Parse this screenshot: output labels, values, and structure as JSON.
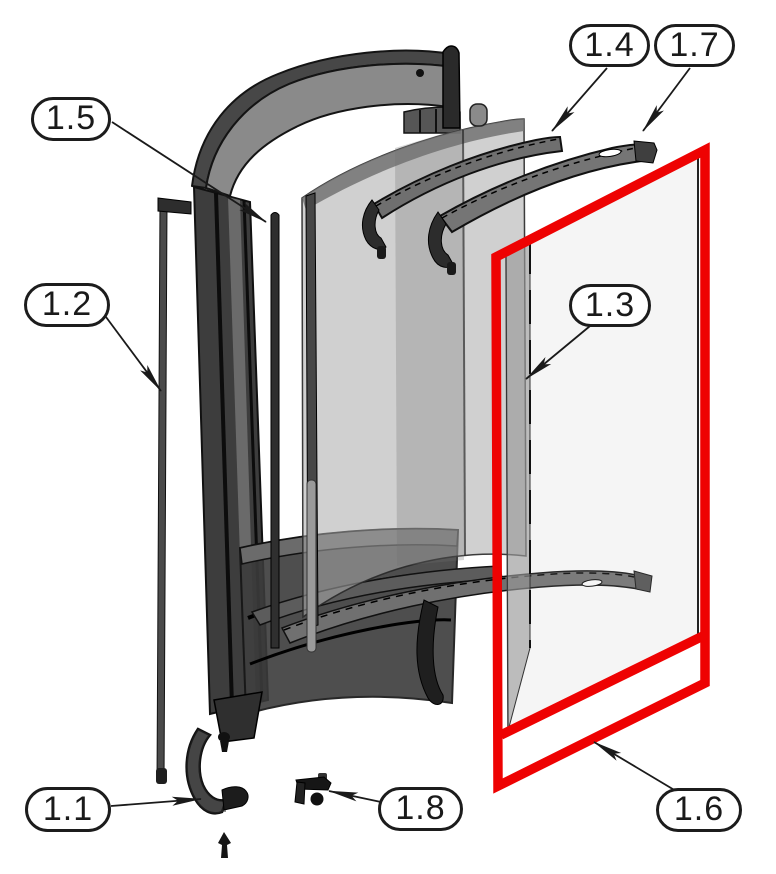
{
  "diagram": {
    "type": "exploded-view-technical-drawing",
    "background": "#ffffff",
    "highlight_color": "#ee0202",
    "callouts": [
      {
        "label": "1.1"
      },
      {
        "label": "1.2"
      },
      {
        "label": "1.3"
      },
      {
        "label": "1.4"
      },
      {
        "label": "1.5"
      },
      {
        "label": "1.6"
      },
      {
        "label": "1.7"
      },
      {
        "label": "1.8"
      }
    ]
  }
}
